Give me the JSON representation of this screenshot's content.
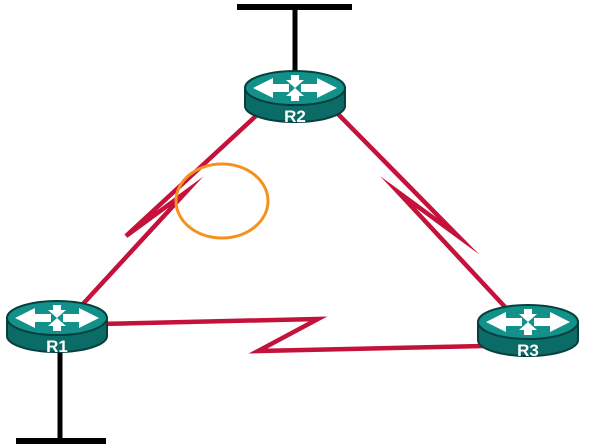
{
  "diagram": {
    "routers": [
      {
        "id": "r1",
        "label": "R1"
      },
      {
        "id": "r2",
        "label": "R2"
      },
      {
        "id": "r3",
        "label": "R3"
      }
    ],
    "links": [
      {
        "from": "R1",
        "to": "R2",
        "style": "serial-bolt"
      },
      {
        "from": "R2",
        "to": "R3",
        "style": "serial-bolt"
      },
      {
        "from": "R1",
        "to": "R3",
        "style": "serial-bolt"
      }
    ],
    "lan_segments": [
      {
        "attached_to": "R2",
        "side": "top"
      },
      {
        "attached_to": "R1",
        "side": "bottom"
      }
    ],
    "highlight_ellipse": {
      "on_link": "R1-R2",
      "color": "#F5921E"
    },
    "colors": {
      "link": "#C4123B",
      "lan": "#000000",
      "router_top": "#12908A",
      "router_body": "#0B6B66",
      "router_outline": "#063F3C",
      "highlight": "#F5921E",
      "label": "#FFFFFF"
    }
  }
}
